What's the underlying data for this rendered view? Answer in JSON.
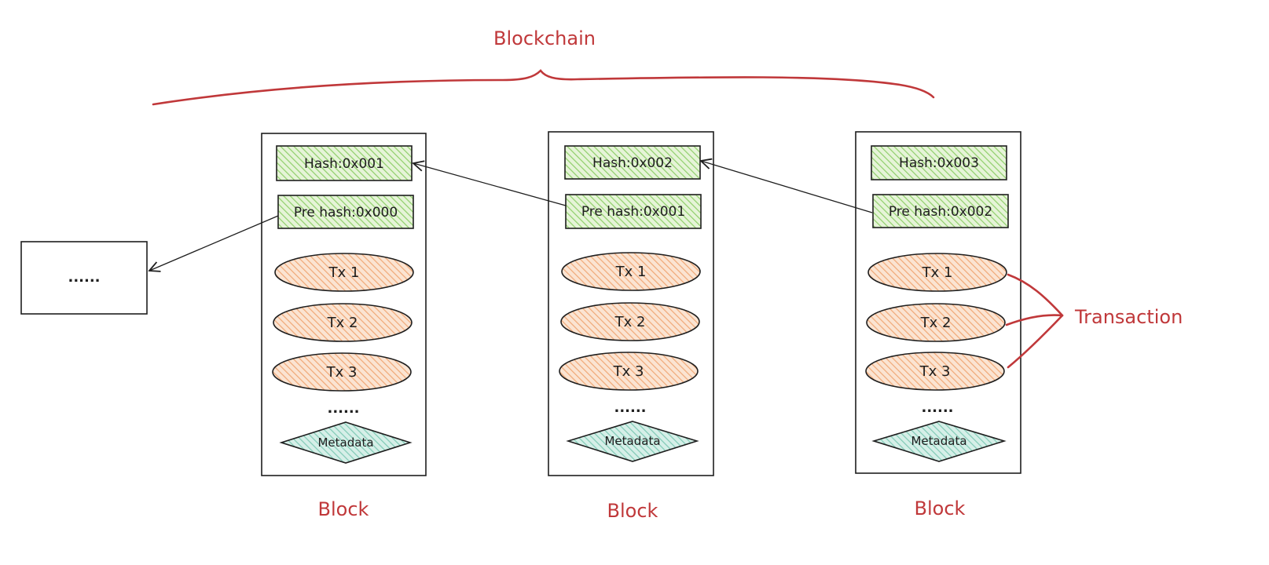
{
  "diagram": {
    "title": "Blockchain",
    "transaction_label": "Transaction",
    "previous_block_label": "......",
    "blocks": [
      {
        "hash": "Hash:0x001",
        "pre_hash": "Pre hash:0x000",
        "transactions": [
          "Tx 1",
          "Tx 2",
          "Tx 3"
        ],
        "more": "......",
        "metadata": "Metadata",
        "label": "Block"
      },
      {
        "hash": "Hash:0x002",
        "pre_hash": "Pre hash:0x001",
        "transactions": [
          "Tx 1",
          "Tx 2",
          "Tx 3"
        ],
        "more": "......",
        "metadata": "Metadata",
        "label": "Block"
      },
      {
        "hash": "Hash:0x003",
        "pre_hash": "Pre hash:0x002",
        "transactions": [
          "Tx 1",
          "Tx 2",
          "Tx 3"
        ],
        "more": "......",
        "metadata": "Metadata",
        "label": "Block"
      }
    ]
  },
  "colors": {
    "accent_red": "#c0383a",
    "hash_fill": "#b2df8a",
    "tx_fill": "#f4a460",
    "metadata_fill": "#80cbb8",
    "stroke": "#1e1e1e"
  }
}
